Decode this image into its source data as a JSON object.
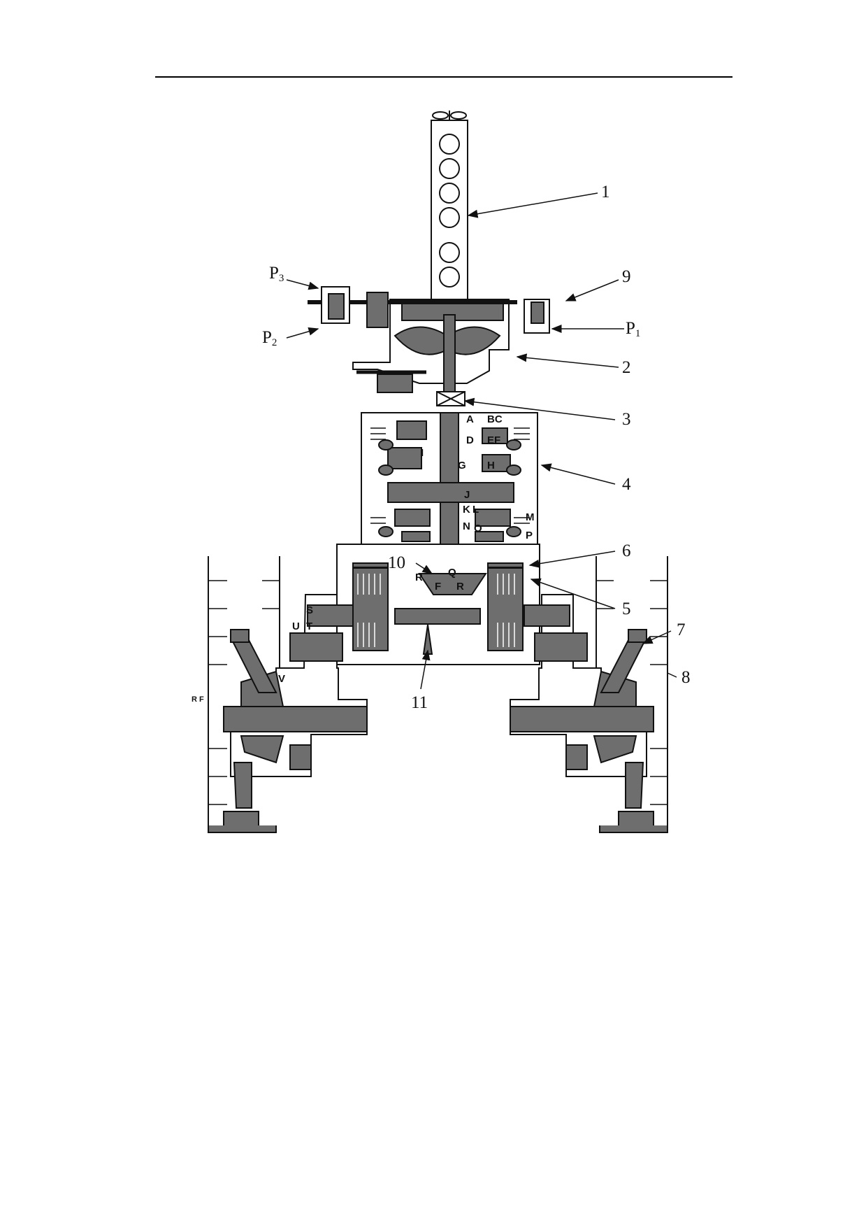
{
  "diagram": {
    "callouts": [
      "1",
      "2",
      "3",
      "4",
      "5",
      "6",
      "7",
      "8",
      "9",
      "10",
      "11"
    ],
    "pumps": [
      {
        "main": "P",
        "sub": "1"
      },
      {
        "main": "P",
        "sub": "2"
      },
      {
        "main": "P",
        "sub": "3"
      }
    ],
    "letters": {
      "A": "A",
      "BC": "BC",
      "D": "D",
      "EF": "EF",
      "G": "G",
      "H": "H",
      "I": "I",
      "J": "J",
      "K": "K",
      "L": "L",
      "M": "M",
      "N": "N",
      "O": "O",
      "P": "P",
      "Q": "Q",
      "R1": "R",
      "R2": "R",
      "F": "F",
      "S": "S",
      "T": "T",
      "U": "U",
      "V": "V",
      "RF": "R F"
    }
  },
  "colors": {
    "ink": "#111111",
    "fill": "#6e6e6e",
    "paper": "#ffffff"
  }
}
